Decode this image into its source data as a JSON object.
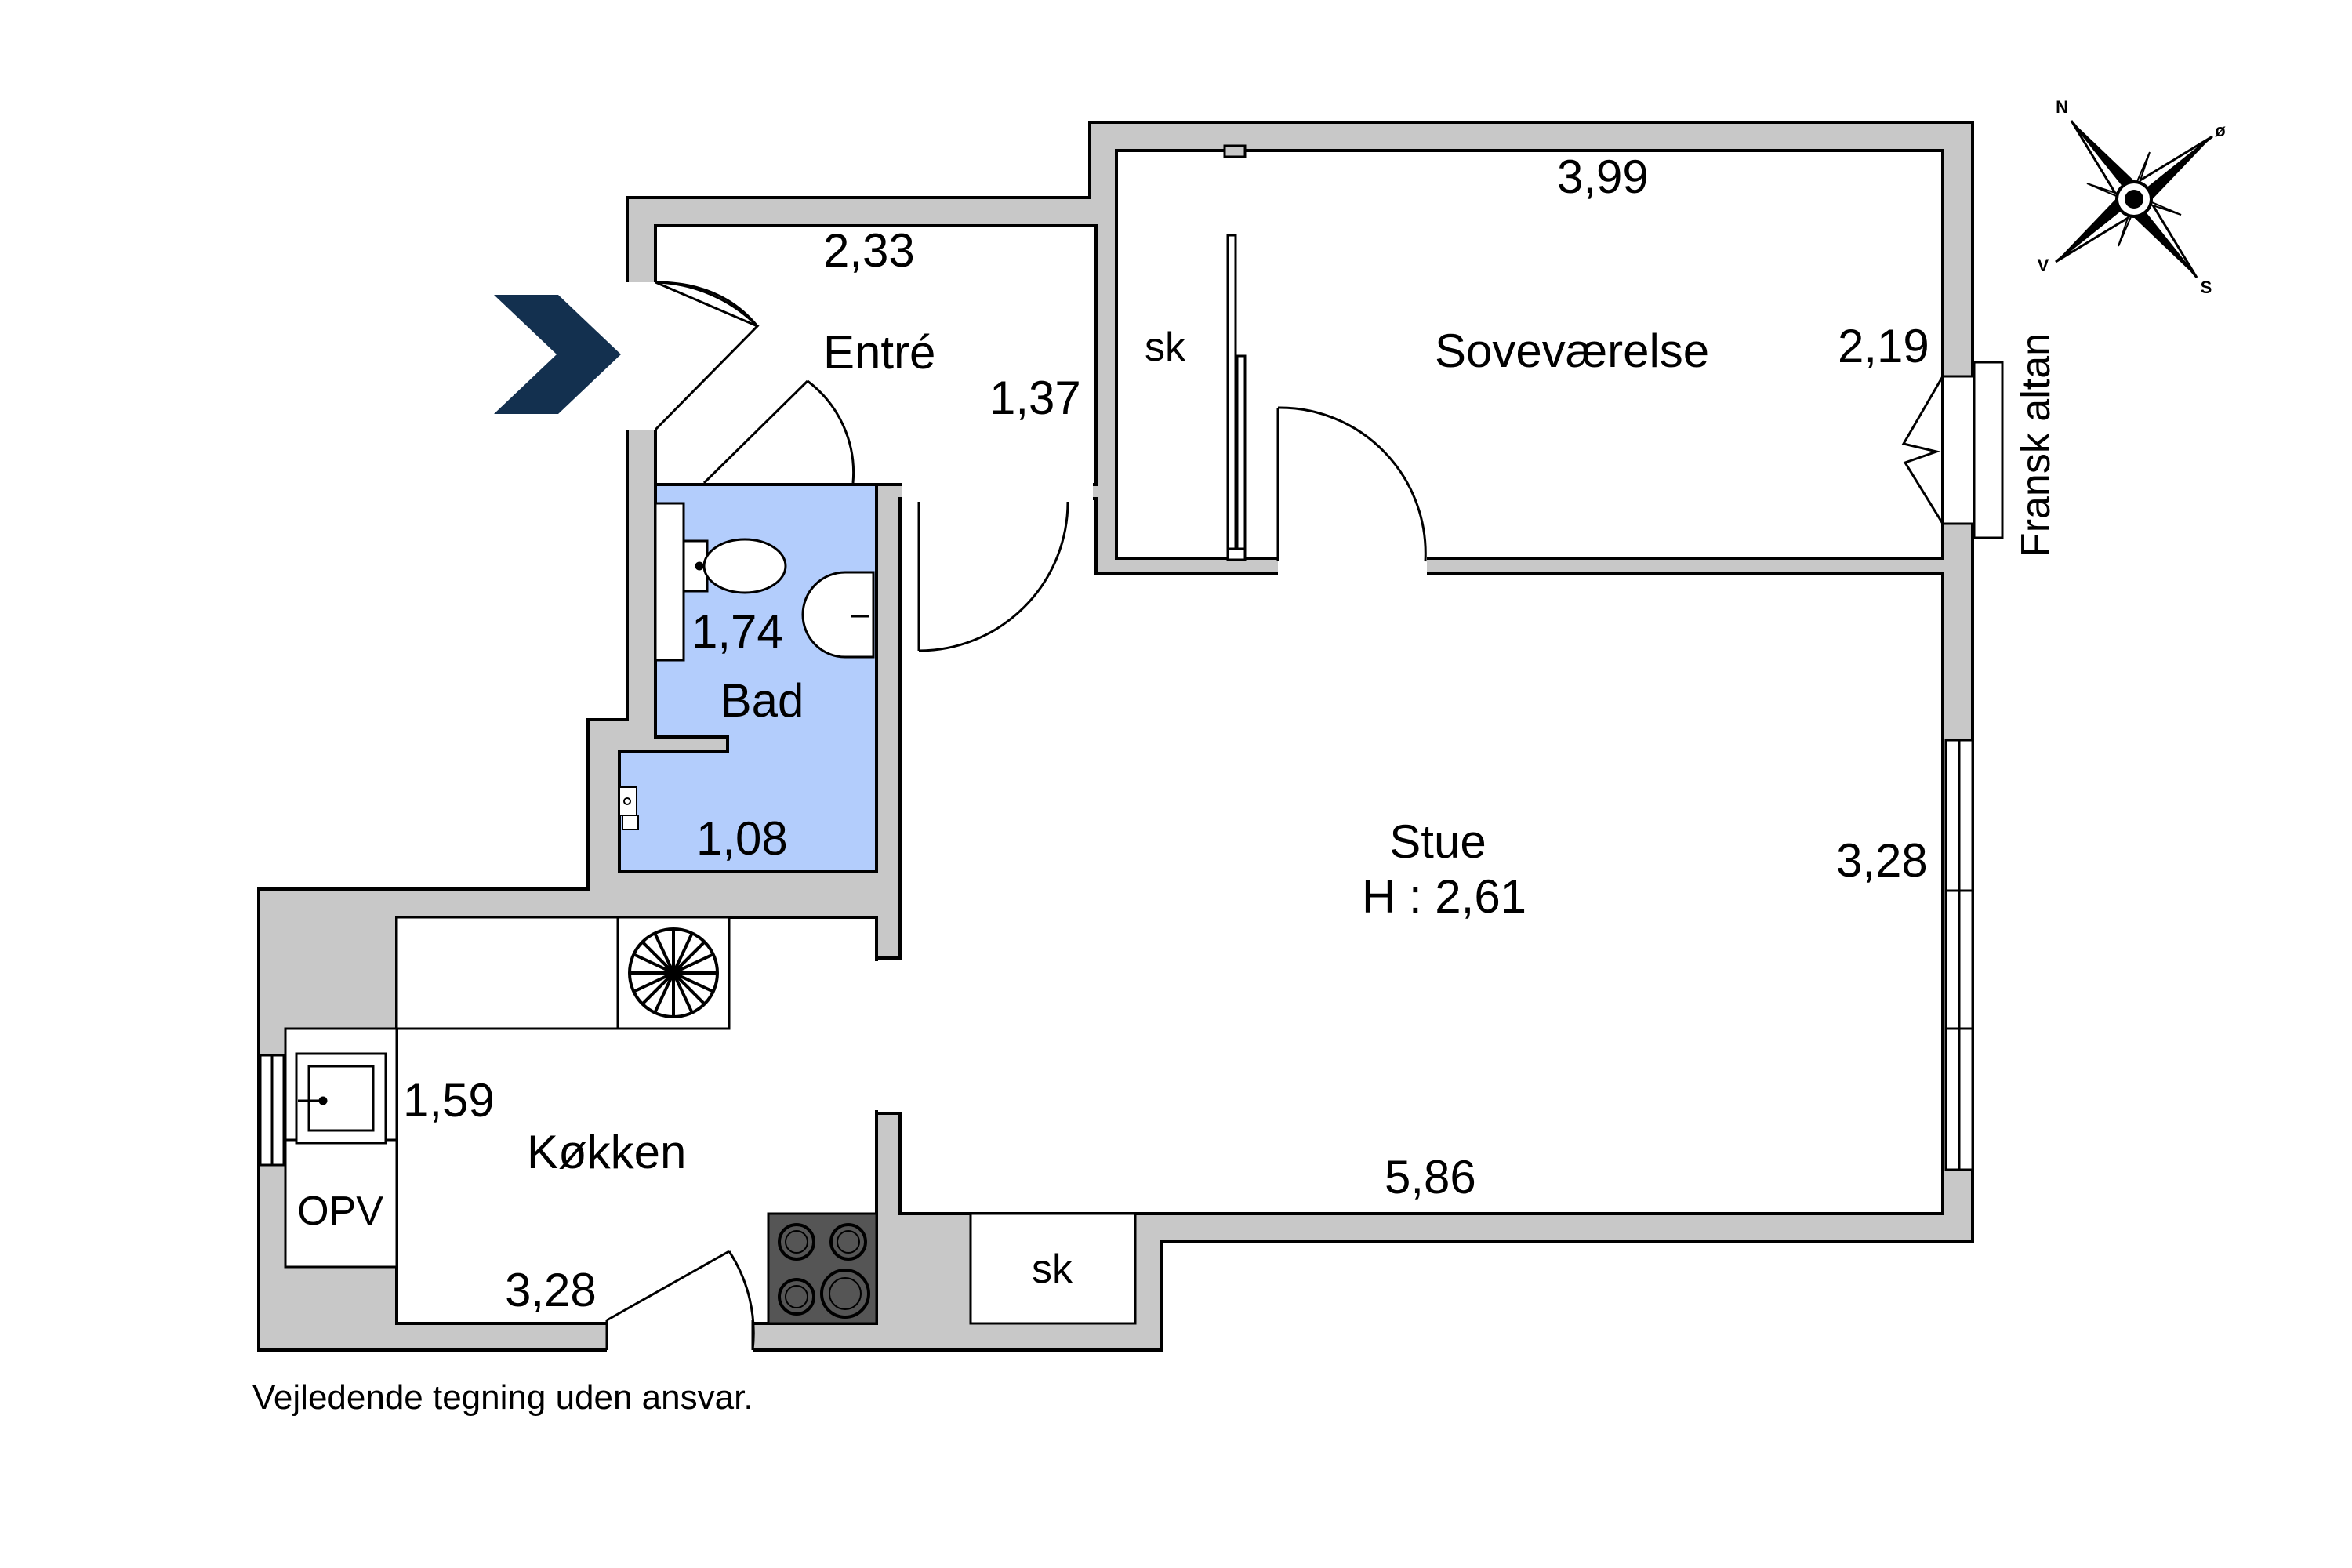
{
  "rooms": {
    "entre": "Entré",
    "sovevaerelse": "Soveværelse",
    "bad": "Bad",
    "stue": "Stue",
    "stue_height": "H : 2,61",
    "kokken": "Køkken"
  },
  "dimensions": {
    "entre_width": "2,33",
    "entre_depth": "1,37",
    "sove_width": "3,99",
    "sove_depth": "2,19",
    "bad_width": "1,74",
    "bad_depth": "1,08",
    "stue_width": "5,86",
    "stue_depth": "3,28",
    "kokken_width": "3,28",
    "kokken_depth": "1,59"
  },
  "fixtures": {
    "closet_sove": "sk",
    "closet_stue": "sk",
    "utility": "OPV",
    "balcony": "Fransk altan"
  },
  "compass": {
    "n": "N",
    "e": "ø",
    "s": "S",
    "w": "V"
  },
  "disclaimer": "Vejledende tegning uden ansvar.",
  "colors": {
    "wall": "#c8c8c8",
    "bath": "#b3cdfc",
    "entrance_arrow": "#13304f",
    "stove": "#555555"
  }
}
